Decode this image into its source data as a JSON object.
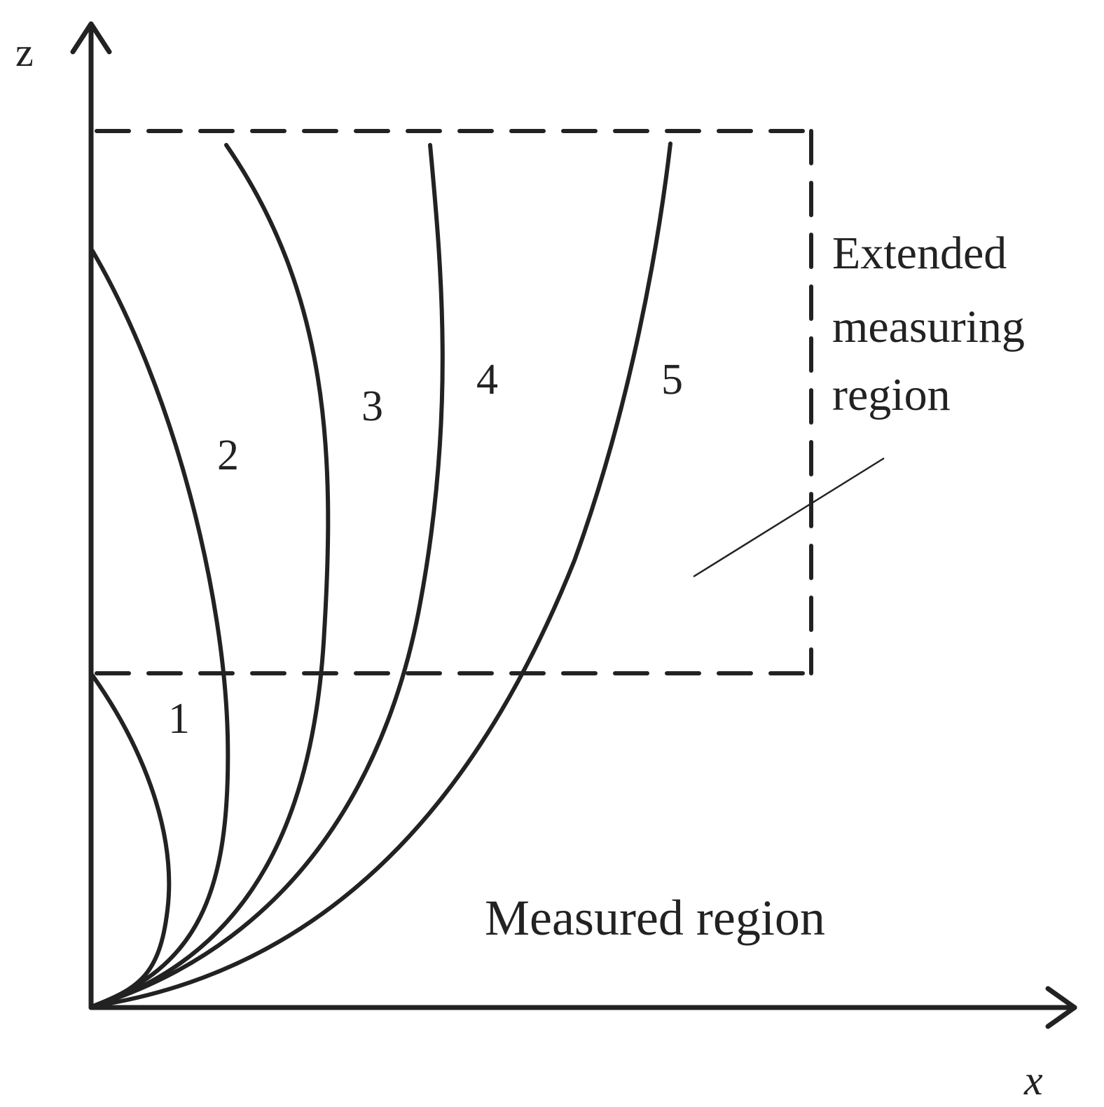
{
  "axes": {
    "x_label": "x",
    "z_label": "z"
  },
  "curves": [
    {
      "id": "1",
      "label": "1"
    },
    {
      "id": "2",
      "label": "2"
    },
    {
      "id": "3",
      "label": "3"
    },
    {
      "id": "4",
      "label": "4"
    },
    {
      "id": "5",
      "label": "5"
    }
  ],
  "regions": {
    "extended_line1": "Extended",
    "extended_line2": "measuring",
    "extended_line3": "region",
    "measured": "Measured region"
  },
  "colors": {
    "ink": "#222222",
    "background": "#ffffff"
  }
}
